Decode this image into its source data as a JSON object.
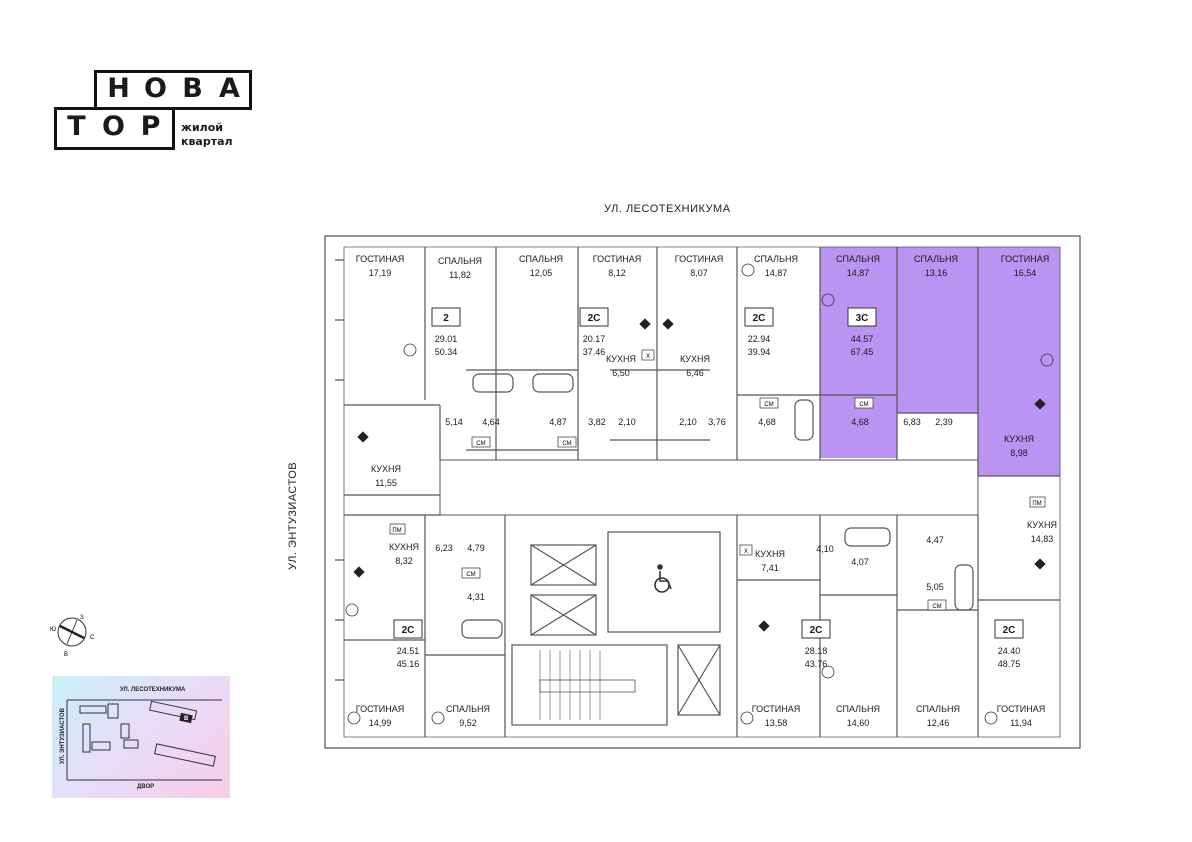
{
  "logo": {
    "row1": [
      "Н",
      "О",
      "В",
      "А"
    ],
    "row2": [
      "Т",
      "О",
      "Р"
    ],
    "sub1": "жилой",
    "sub2": "квартал"
  },
  "streets": {
    "top": "УЛ. ЛЕСОТЕХНИКУМА",
    "left": "УЛ. ЭНТУЗИАСТОВ"
  },
  "compass": {
    "n": "З",
    "w": "Ю",
    "e": "С",
    "s": "В"
  },
  "minimap": {
    "top": "УЛ. ЛЕСОТЕХНИКУМА",
    "left": "УЛ. ЭНТУЗИАСТОВ",
    "bottom": "ДВОР",
    "marker": "В"
  },
  "colors": {
    "highlight": "#b58ef2",
    "wall": "#555555"
  },
  "rooms": [
    {
      "id": "r1",
      "label": "ГОСТИНАЯ",
      "area": "17,19"
    },
    {
      "id": "r2",
      "label": "СПАЛЬНЯ",
      "area": "11,82"
    },
    {
      "id": "r3",
      "label": "СПАЛЬНЯ",
      "area": "12,05"
    },
    {
      "id": "r4",
      "label": "ГОСТИНАЯ",
      "area": "8,12"
    },
    {
      "id": "r5",
      "label": "ГОСТИНАЯ",
      "area": "8,07"
    },
    {
      "id": "r6",
      "label": "СПАЛЬНЯ",
      "area": "14,87"
    },
    {
      "id": "r7",
      "label": "СПАЛЬНЯ",
      "area": "14,87"
    },
    {
      "id": "r8",
      "label": "СПАЛЬНЯ",
      "area": "13,16"
    },
    {
      "id": "r9",
      "label": "ГОСТИНАЯ",
      "area": "16,54"
    },
    {
      "id": "r10",
      "label": "КУХНЯ",
      "area": "6,50"
    },
    {
      "id": "r11",
      "label": "КУХНЯ",
      "area": "6,46"
    },
    {
      "id": "r12",
      "label": "КУХНЯ",
      "area": "11,55"
    },
    {
      "id": "r13",
      "label": "КУХНЯ",
      "area": "8,98"
    },
    {
      "id": "r14",
      "label": "КУХНЯ",
      "area": "8,32"
    },
    {
      "id": "r15",
      "label": "КУХНЯ",
      "area": "7,41"
    },
    {
      "id": "r16",
      "label": "КУХНЯ",
      "area": "14,83"
    },
    {
      "id": "r17",
      "label": "ГОСТИНАЯ",
      "area": "14,99"
    },
    {
      "id": "r18",
      "label": "СПАЛЬНЯ",
      "area": "9,52"
    },
    {
      "id": "r19",
      "label": "ГОСТИНАЯ",
      "area": "13,58"
    },
    {
      "id": "r20",
      "label": "СПАЛЬНЯ",
      "area": "14,60"
    },
    {
      "id": "r21",
      "label": "СПАЛЬНЯ",
      "area": "12,46"
    },
    {
      "id": "r22",
      "label": "ГОСТИНАЯ",
      "area": "11,94"
    }
  ],
  "areas": [
    "5,14",
    "4,64",
    "4,87",
    "3,82",
    "2,10",
    "2,10",
    "3,76",
    "4,68",
    "4,68",
    "6,83",
    "2,39",
    "6,23",
    "4,79",
    "4,31",
    "4,10",
    "4,07",
    "4,47",
    "5,05"
  ],
  "apartments": [
    {
      "type": "2",
      "living": "29.01",
      "total": "50.34"
    },
    {
      "type": "2С",
      "living": "20.17",
      "total": "37.46"
    },
    {
      "type": "2С",
      "living": "22.94",
      "total": "39.94"
    },
    {
      "type": "3С",
      "living": "44.57",
      "total": "67.45"
    },
    {
      "type": "2С",
      "living": "24.51",
      "total": "45.16"
    },
    {
      "type": "2С",
      "living": "28.18",
      "total": "43.76"
    },
    {
      "type": "2С",
      "living": "24.40",
      "total": "48.75"
    }
  ],
  "fixtures": {
    "washer": "СМ",
    "fridge": "Х",
    "dishwasher": "ПМ"
  }
}
